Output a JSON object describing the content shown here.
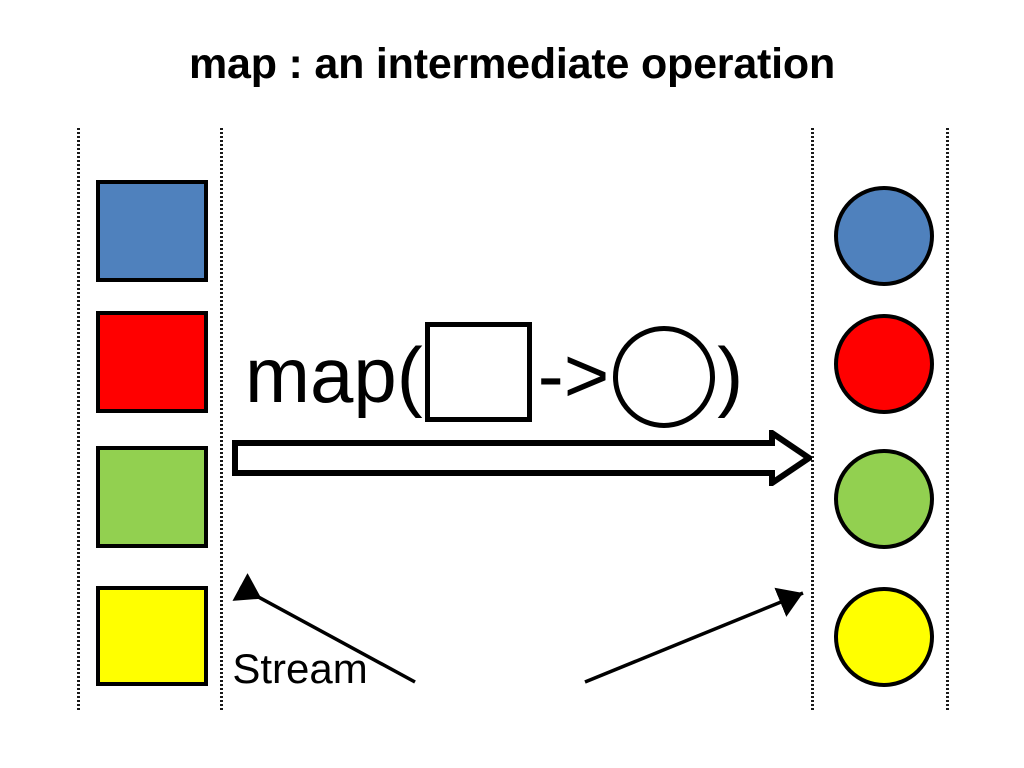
{
  "slide": {
    "title": "map : an intermediate operation",
    "background": "#ffffff"
  },
  "palette": {
    "blue": "#4F81BD",
    "red": "#FF0000",
    "green": "#92D050",
    "yellow": "#FFFF00",
    "outline": "#000000",
    "white": "#FFFFFF"
  },
  "expression": {
    "prefix": "map(",
    "lambda_param_shape": "square",
    "arrow": "->",
    "lambda_result_shape": "circle",
    "suffix": ")"
  },
  "source_stream": {
    "shape": "square",
    "elements": [
      {
        "color_name": "blue",
        "color": "#4F81BD"
      },
      {
        "color_name": "red",
        "color": "#FF0000"
      },
      {
        "color_name": "green",
        "color": "#92D050"
      },
      {
        "color_name": "yellow",
        "color": "#FFFF00"
      }
    ]
  },
  "result_stream": {
    "shape": "circle",
    "elements": [
      {
        "color_name": "blue",
        "color": "#4F81BD"
      },
      {
        "color_name": "red",
        "color": "#FF0000"
      },
      {
        "color_name": "green",
        "color": "#92D050"
      },
      {
        "color_name": "yellow",
        "color": "#FFFF00"
      }
    ]
  },
  "callout": {
    "label": "Stream",
    "points_to": [
      "source-stream-boundary",
      "result-stream-boundary"
    ]
  },
  "pipeline_arrow": {
    "direction": "right",
    "style": "hollow-block-arrow"
  }
}
